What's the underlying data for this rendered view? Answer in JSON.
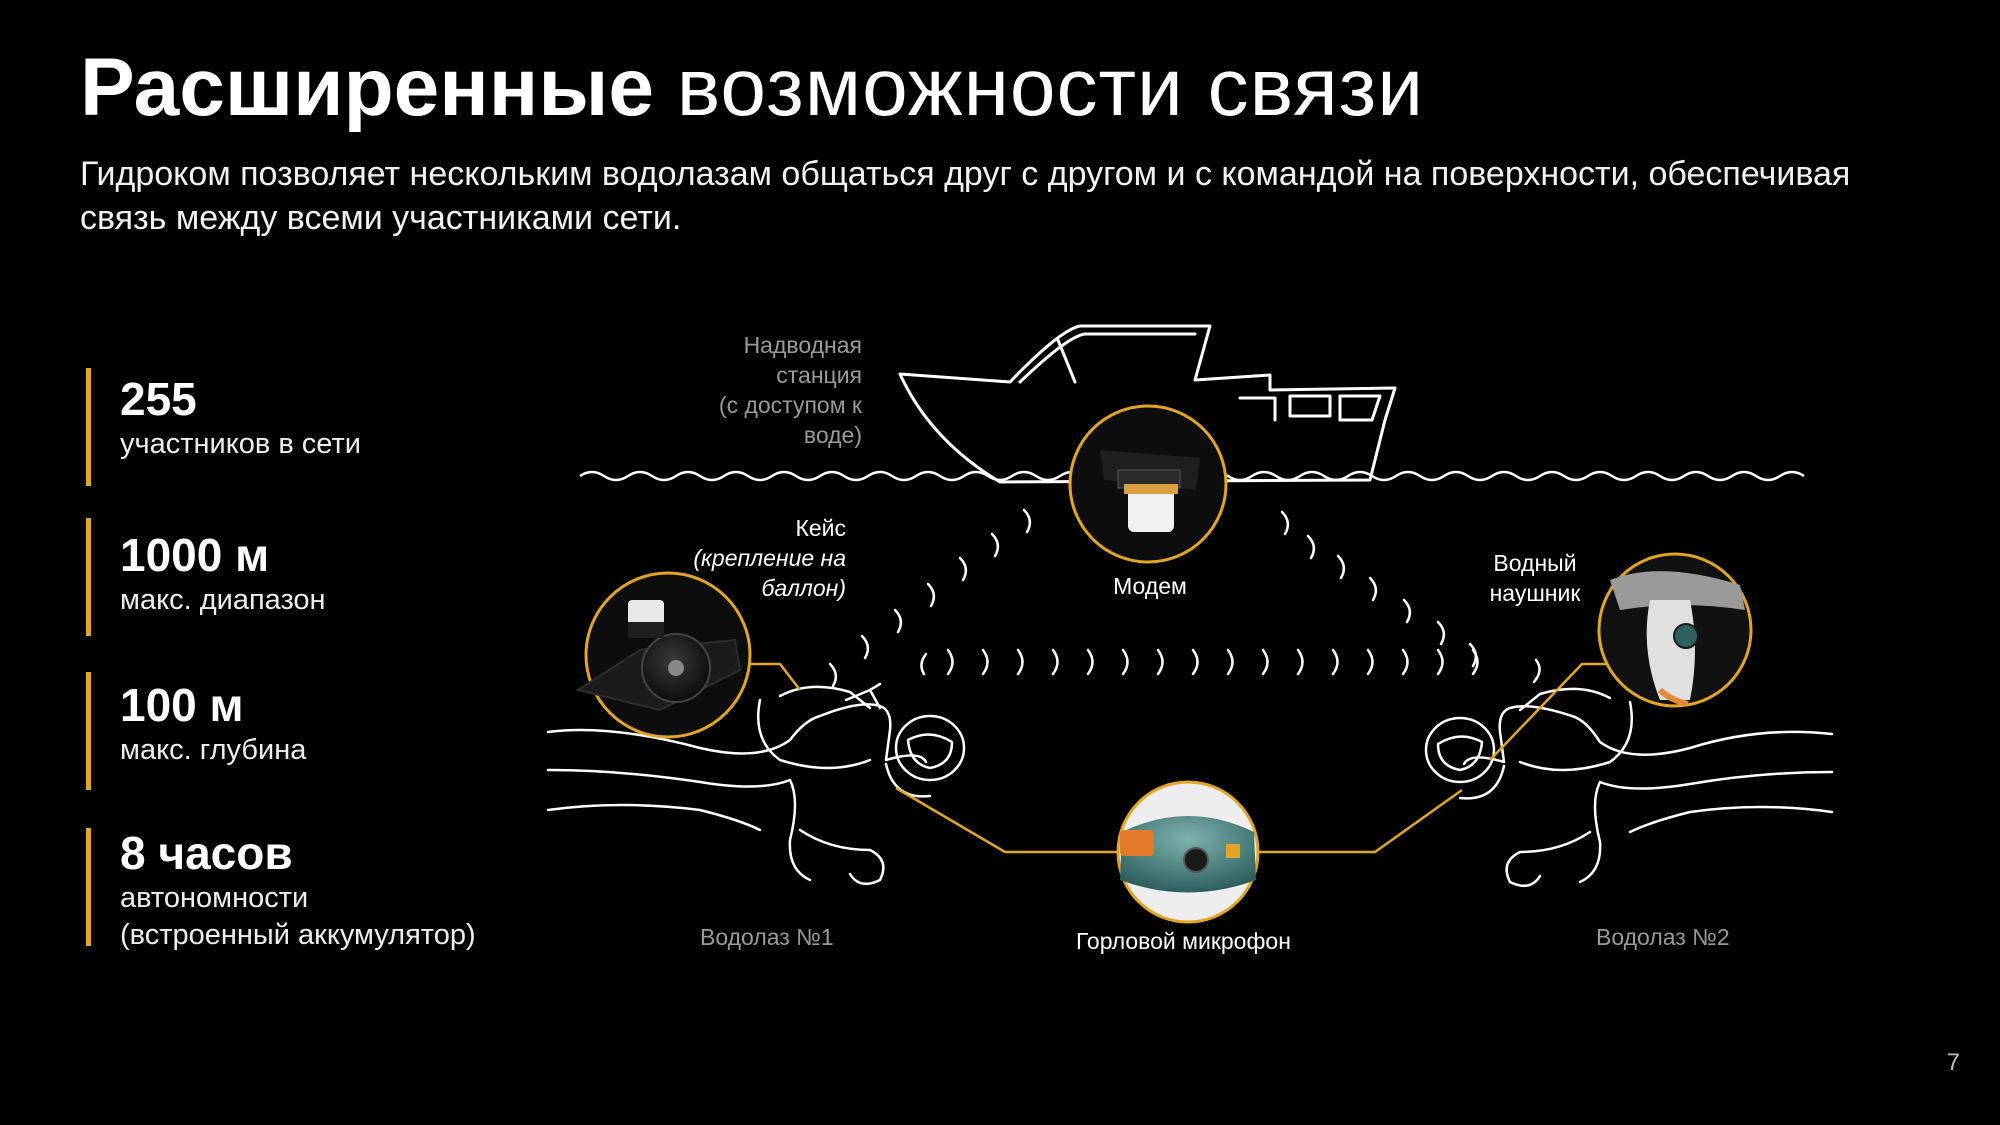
{
  "title": {
    "bold": "Расширенные",
    "light": "возможности связи"
  },
  "subtitle": "Гидроком позволяет нескольким водолазам общаться друг с другом и с командой на поверхности, обеспечивая связь между всеми участниками сети.",
  "stats": [
    {
      "value": "255",
      "label": "участников в сети"
    },
    {
      "value": "1000 м",
      "label": "макс. диапазон"
    },
    {
      "value": "100 м",
      "label": "макс. глубина"
    },
    {
      "value": "8 часов",
      "label": "автономности\n(встроенный аккумулятор)"
    }
  ],
  "labels": {
    "surface_station": "Надводная\nстанция\n(с доступом к\nводе)",
    "case_title": "Кейс",
    "case_note": "(крепление на\nбаллон)",
    "modem": "Модем",
    "earphone": "Водный\nнаушник",
    "diver1": "Водолаз №1",
    "diver2": "Водолаз №2",
    "throat_mic": "Горловой микрофон"
  },
  "page_number": "7",
  "colors": {
    "accent": "#e2a526",
    "background": "#000000",
    "line_art": "#ffffff"
  }
}
